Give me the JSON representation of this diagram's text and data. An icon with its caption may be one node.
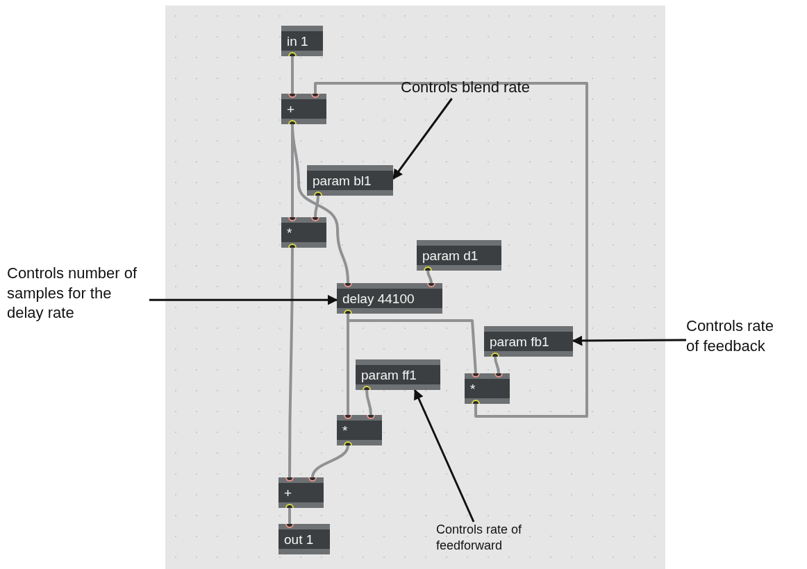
{
  "diagram": {
    "nodes": [
      {
        "text": [
          "in 1"
        ]
      },
      {
        "text": [
          "+"
        ]
      },
      {
        "text": [
          "param bl1"
        ]
      },
      {
        "text": [
          "*"
        ]
      },
      {
        "text": [
          "param d1"
        ]
      },
      {
        "text": [
          "delay 44100"
        ]
      },
      {
        "text": [
          "param fb1"
        ]
      },
      {
        "text": [
          "param ff1"
        ]
      },
      {
        "text": [
          "*"
        ]
      },
      {
        "text": [
          "*"
        ]
      },
      {
        "text": [
          "+"
        ]
      },
      {
        "text": [
          "out 1"
        ]
      },
      {
        "text": [
          "Controls blend rate"
        ]
      },
      {
        "text": [
          "Controls number of samples for the delay rate"
        ]
      },
      {
        "text": [
          "Controls rate of feedback"
        ]
      },
      {
        "text": [
          "Controls rate of feedforward"
        ]
      }
    ],
    "edges": [
      {
        "from": 0,
        "to": 1,
        "arrow": "none"
      },
      {
        "from": 1,
        "to": 3,
        "arrow": "none"
      },
      {
        "from": 1,
        "to": 5,
        "arrow": "none"
      },
      {
        "from": 2,
        "to": 3,
        "arrow": "none"
      },
      {
        "from": 3,
        "to": 10,
        "arrow": "none"
      },
      {
        "from": 4,
        "to": 5,
        "arrow": "none"
      },
      {
        "from": 5,
        "to": 9,
        "arrow": "none"
      },
      {
        "from": 5,
        "to": 8,
        "arrow": "none"
      },
      {
        "from": 6,
        "to": 8,
        "arrow": "none"
      },
      {
        "from": 7,
        "to": 9,
        "arrow": "none"
      },
      {
        "from": 8,
        "to": 1,
        "arrow": "none"
      },
      {
        "from": 9,
        "to": 10,
        "arrow": "none"
      },
      {
        "from": 10,
        "to": 11,
        "arrow": "none"
      },
      {
        "from": 12,
        "to": 2,
        "arrow": "to",
        "color": "#111111"
      },
      {
        "from": 13,
        "to": 5,
        "arrow": "to",
        "color": "#111111"
      },
      {
        "from": 14,
        "to": 6,
        "arrow": "to",
        "color": "#111111"
      },
      {
        "from": 15,
        "to": 7,
        "arrow": "to",
        "color": "#111111"
      }
    ]
  }
}
